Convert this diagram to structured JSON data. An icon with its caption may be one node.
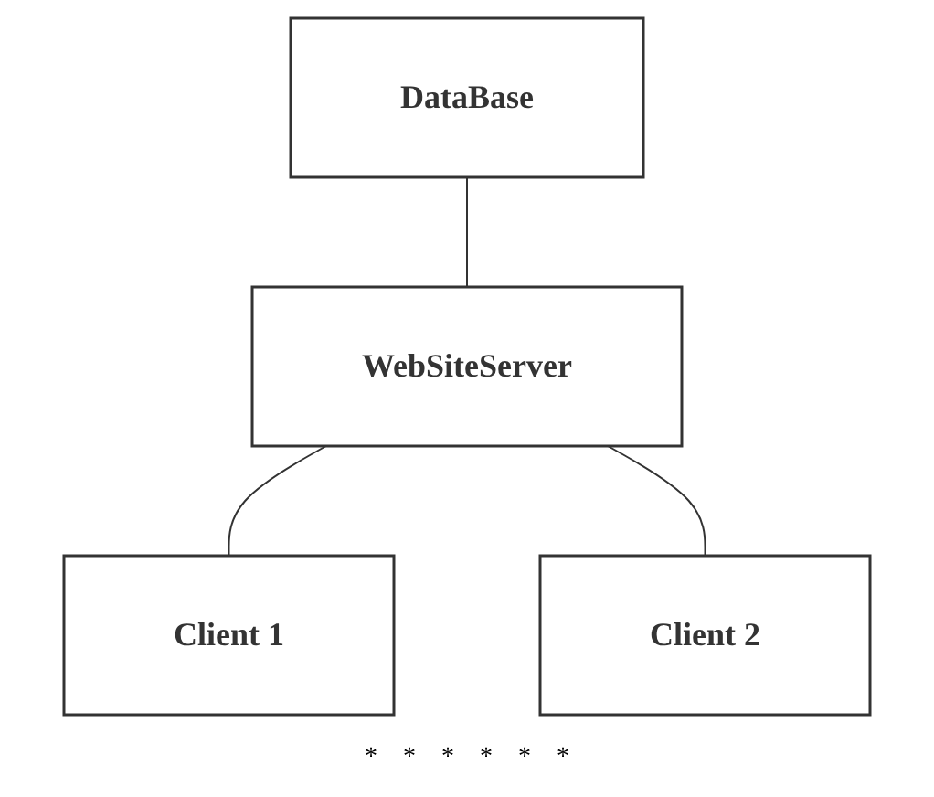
{
  "diagram": {
    "nodes": [
      {
        "text": [
          "DataBase"
        ]
      },
      {
        "text": [
          "WebSiteServer"
        ]
      },
      {
        "text": [
          "Client 1"
        ]
      },
      {
        "text": [
          "Client 2"
        ]
      }
    ],
    "edges": [
      {
        "from": 0,
        "to": 1,
        "arrow": "none"
      },
      {
        "from": 1,
        "to": 2,
        "arrow": "none"
      },
      {
        "from": 1,
        "to": 3,
        "arrow": "none"
      }
    ],
    "labels": [
      "*",
      "*",
      "*",
      "*",
      "*",
      "*"
    ]
  }
}
